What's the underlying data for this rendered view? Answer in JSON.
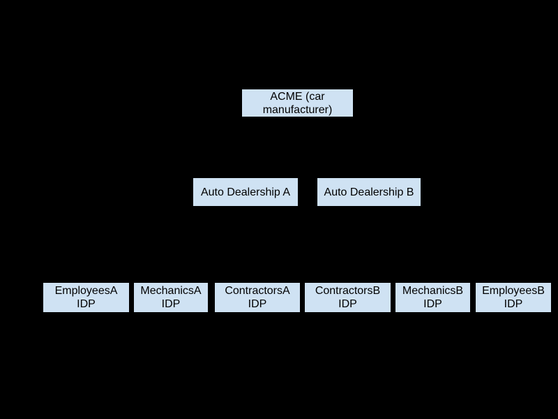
{
  "diagram": {
    "colors": {
      "background": "#000000",
      "node_fill": "#cfe2f3",
      "node_text": "#000000"
    },
    "nodes": {
      "acme": {
        "label": "ACME (car\nmanufacturer)"
      },
      "dealership_a": {
        "label": "Auto Dealership A"
      },
      "dealership_b": {
        "label": "Auto Dealership B"
      },
      "employees_a": {
        "label": "EmployeesA\nIDP"
      },
      "mechanics_a": {
        "label": "MechanicsA\nIDP"
      },
      "contractors_a": {
        "label": "ContractorsA\nIDP"
      },
      "contractors_b": {
        "label": "ContractorsB\nIDP"
      },
      "mechanics_b": {
        "label": "MechanicsB\nIDP"
      },
      "employees_b": {
        "label": "EmployeesB\nIDP"
      }
    }
  }
}
